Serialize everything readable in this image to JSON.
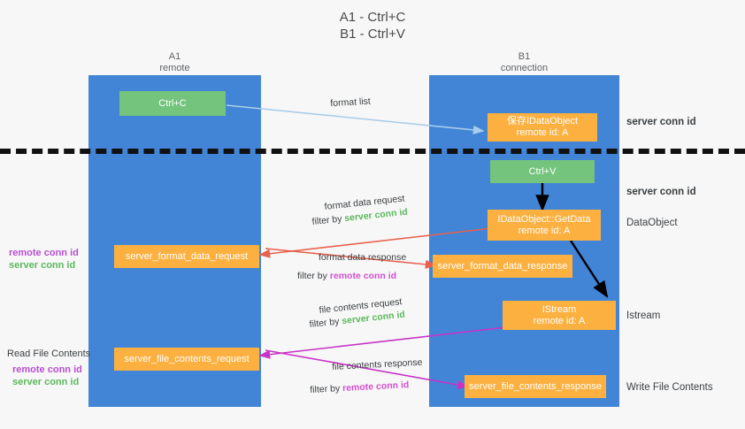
{
  "title": {
    "line1": "A1 - Ctrl+C",
    "line2": "B1 - Ctrl+V"
  },
  "lanes": [
    {
      "id": "a1",
      "name": "A1",
      "sub": "remote"
    },
    {
      "id": "b1",
      "name": "B1",
      "sub": "connection"
    }
  ],
  "boxes": {
    "ctrl_c": {
      "line1": "Ctrl+C",
      "line2": "",
      "color": "#74c47d"
    },
    "save_dataobject": {
      "line1": "保存IDataObject",
      "line2": "remote id: A",
      "color": "#fbb040"
    },
    "ctrl_v": {
      "line1": "Ctrl+V",
      "line2": "",
      "color": "#74c47d"
    },
    "getdata": {
      "line1": "IDataObject::GetData",
      "line2": "remote id: A",
      "color": "#fbb040"
    },
    "istream": {
      "line1": "IStream",
      "line2": "remote id: A",
      "color": "#fbb040"
    },
    "server_format_data_request": {
      "line1": "server_format_data_request",
      "line2": "",
      "color": "#fbb040"
    },
    "server_format_data_response": {
      "line1": "server_format_data_response",
      "line2": "",
      "color": "#fbb040"
    },
    "server_file_contents_request": {
      "line1": "server_file_contents_request",
      "line2": "",
      "color": "#fbb040"
    },
    "server_file_contents_response": {
      "line1": "server_file_contents_response",
      "line2": "",
      "color": "#fbb040"
    }
  },
  "captions": {
    "format_list": "format list",
    "format_data_request": "format data request",
    "format_data_request_filter_prefix": "filter by ",
    "format_data_request_filter_value": "server conn id",
    "format_data_response": "format data response",
    "format_data_response_filter_prefix": "filter by ",
    "format_data_response_filter_value": "remote conn id",
    "file_contents_request": "file contents request",
    "file_contents_request_filter_prefix": "filter by ",
    "file_contents_request_filter_value": "server conn id",
    "file_contents_response": "file contents response",
    "file_contents_response_filter_prefix": "filter by ",
    "file_contents_response_filter_value": "remote conn id"
  },
  "right_labels": {
    "server_conn_id_top": "server conn id",
    "server_conn_id_mid": "server conn id",
    "dataobject": "DataObject",
    "istream": "Istream",
    "write_file_contents": "Write File Contents"
  },
  "left_labels": {
    "remote_conn_id_1": "remote conn id",
    "server_conn_id_1": "server conn id",
    "read_file_contents": "Read File Contents",
    "remote_conn_id_2": "remote conn id",
    "server_conn_id_2": "server conn id"
  },
  "colors": {
    "lane": "#4285d6",
    "green_box": "#74c47d",
    "orange_box": "#fbb040",
    "green_text": "#5cb85c",
    "magenta_text": "#b94fd1",
    "arrow_red": "#e8614d",
    "arrow_magenta": "#c832c8",
    "arrow_blue": "#a8cdea",
    "arrow_black": "#000000",
    "background": "#f7f7f7"
  }
}
